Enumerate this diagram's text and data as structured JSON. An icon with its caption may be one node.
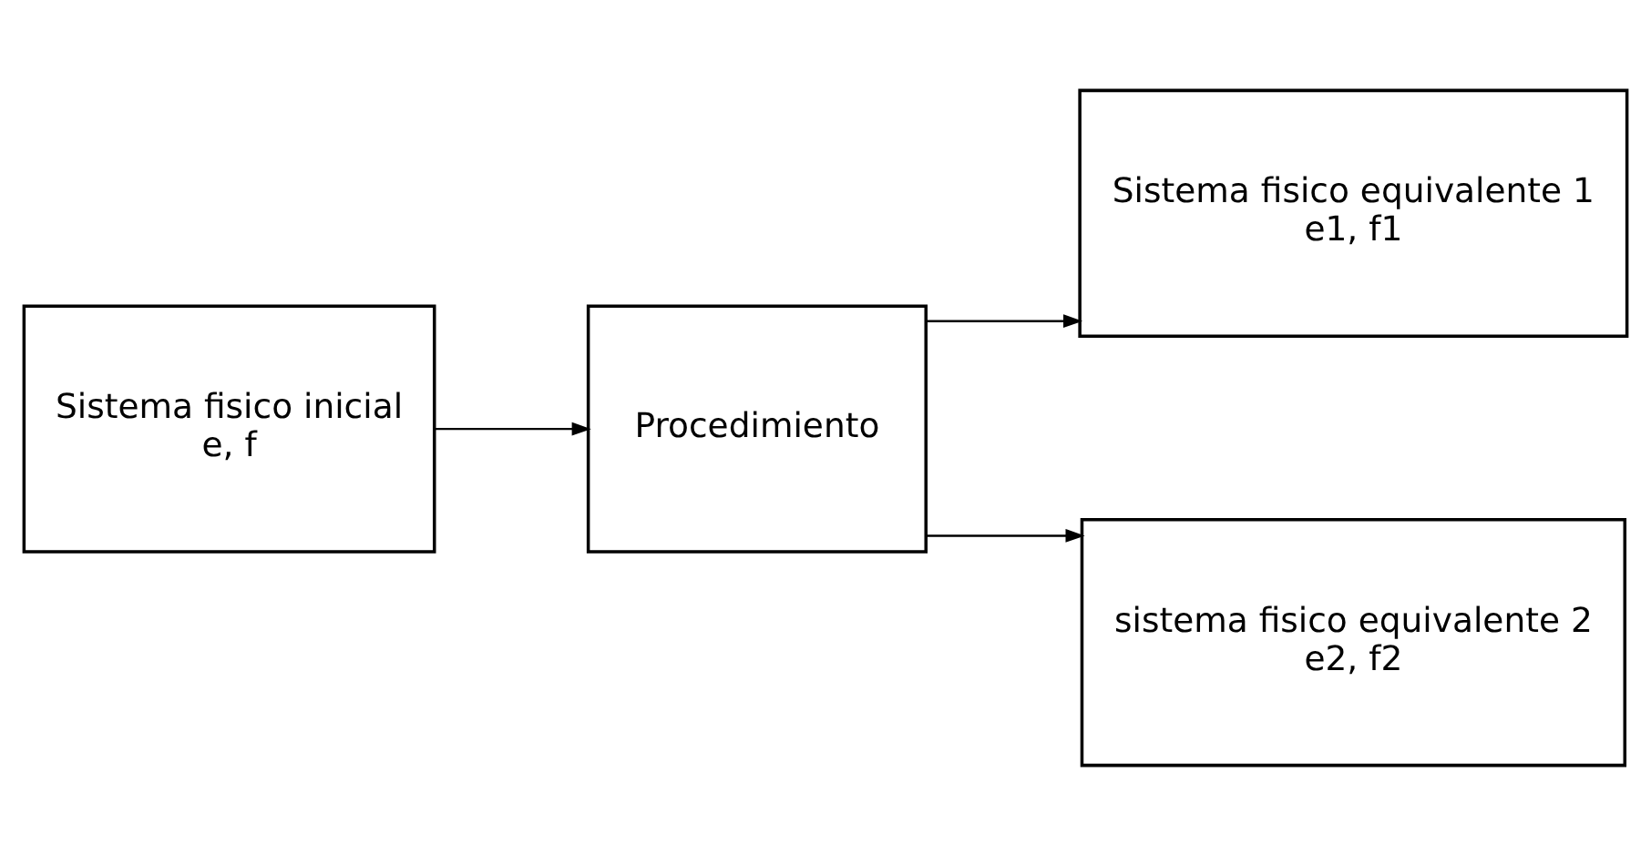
{
  "diagram": {
    "nodes": [
      {
        "text": [
          "Sistema fisico inicial",
          "e, f"
        ]
      },
      {
        "text": [
          "Procedimiento"
        ]
      },
      {
        "text": [
          "Sistema fisico equivalente 1",
          "e1, f1"
        ]
      },
      {
        "text": [
          "sistema fisico equivalente 2",
          "e2, f2"
        ]
      }
    ],
    "edges": [
      {
        "from": 0,
        "to": 1,
        "arrow": "to"
      },
      {
        "from": 1,
        "to": 2,
        "arrow": "to"
      },
      {
        "from": 1,
        "to": 3,
        "arrow": "to"
      }
    ]
  }
}
